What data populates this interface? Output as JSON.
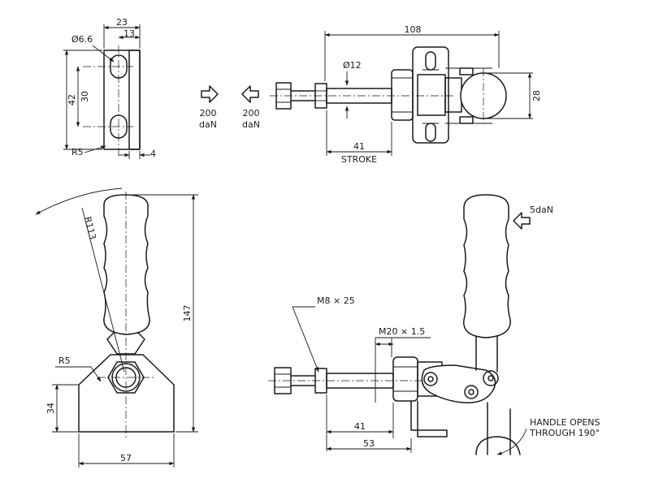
{
  "labels": {
    "dim_23": "23",
    "dim_13": "13",
    "dim_phi66": "Ø6.6",
    "dim_42": "42",
    "dim_30": "30",
    "dim_r5_top": "R5",
    "dim_4": "4",
    "force_200": "200",
    "force_unit": "daN",
    "dim_108": "108",
    "dim_phi12": "Ø12",
    "dim_28": "28",
    "dim_41_top": "41",
    "stroke": "STROKE",
    "dim_r113": "R113",
    "dim_147": "147",
    "dim_r5_bottom": "R5",
    "dim_34": "34",
    "dim_57": "57",
    "force_5": "5daN",
    "thread_m8": "M8 × 25",
    "thread_m20": "M20 × 1.5",
    "dim_41_bottom": "41",
    "dim_53": "53",
    "handle_note_1": "HANDLE OPENS",
    "handle_note_2": "THROUGH 190°"
  },
  "colors": {
    "ink": "#1a1a1a",
    "paper": "#ffffff"
  }
}
